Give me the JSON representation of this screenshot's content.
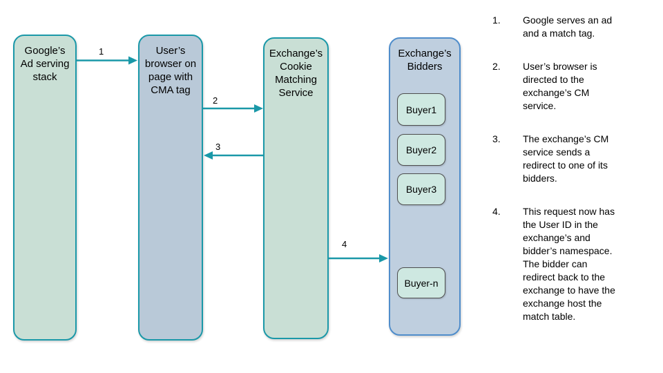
{
  "colors": {
    "background": "#ffffff",
    "node_green_fill": "#c9dfd5",
    "node_bluegray_fill": "#b9c9d8",
    "bidders_fill": "#bfcfdf",
    "buyer_fill": "#cee8e1",
    "teal_border_arrow": "#1a98a8",
    "bidders_border_blue": "#4f8dcb",
    "buyer_border": "#4d4d4d",
    "text": "#000000"
  },
  "diagram": {
    "nodes": [
      {
        "id": "google-ad-stack",
        "lines": [
          "Google’s",
          "Ad serving",
          "stack"
        ]
      },
      {
        "id": "user-browser",
        "lines": [
          "User’s",
          "browser on",
          "page with",
          "CMA tag"
        ]
      },
      {
        "id": "cookie-matching-service",
        "lines": [
          "Exchange’s",
          "Cookie",
          "Matching",
          "Service"
        ]
      },
      {
        "id": "exchange-bidders",
        "lines": [
          "Exchange’s",
          "Bidders"
        ],
        "children": [
          "Buyer1",
          "Buyer2",
          "Buyer3",
          "Buyer-n"
        ]
      }
    ],
    "arrows": [
      {
        "label": "1",
        "from": "google-ad-stack",
        "to": "user-browser"
      },
      {
        "label": "2",
        "from": "user-browser",
        "to": "cookie-matching-service"
      },
      {
        "label": "3",
        "from": "cookie-matching-service",
        "to": "user-browser"
      },
      {
        "label": "4",
        "from": "cookie-matching-service",
        "to": "exchange-bidders"
      }
    ]
  },
  "notes": {
    "items": [
      {
        "number": "1.",
        "lines": [
          "Google serves an ad",
          "and a match tag."
        ]
      },
      {
        "number": "2.",
        "lines": [
          "User’s browser is",
          "directed to the",
          "exchange’s CM",
          "service."
        ]
      },
      {
        "number": "3.",
        "lines": [
          "The exchange’s CM",
          "service sends a",
          "redirect to one of its",
          "bidders."
        ]
      },
      {
        "number": "4.",
        "lines": [
          "This request now has",
          "the User ID in the",
          "exchange’s and",
          "bidder’s namespace.",
          "The bidder can",
          "redirect back to the",
          "exchange to have the",
          "exchange host the",
          "match table."
        ]
      }
    ]
  }
}
